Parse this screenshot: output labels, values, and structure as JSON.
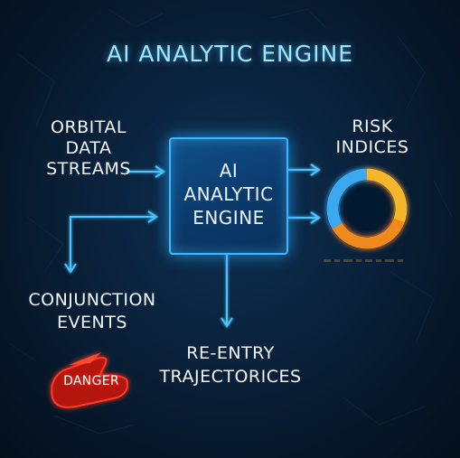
{
  "title": "AI ANALYTIC ENGINE",
  "engine": {
    "line1": "AI",
    "line2": "ANALYTIC",
    "line3": "ENGINE"
  },
  "inputs": {
    "orbital_line1": "ORBITAL",
    "orbital_line2": "DATA",
    "orbital_line3": "STREAMS"
  },
  "outputs": {
    "risk_line1": "RISK",
    "risk_line2": "INDICES",
    "conjunction_line1": "CONJUNCTION",
    "conjunction_line2": "EVENTS",
    "reentry_line1": "RE-ENTRY",
    "reentry_line2": "TRAJECTORICES"
  },
  "danger_label": "DANGER",
  "colors": {
    "arrow": "#4fc3ff",
    "box_border": "#3ab8ff",
    "ring_blue": "#3aa8f0",
    "ring_orange": "#f08a1e",
    "ring_yellow": "#f7b52c",
    "danger_red": "#e8261a"
  },
  "gauge": {
    "segments": [
      {
        "color": "#3aa8f0",
        "fraction": 0.3
      },
      {
        "color": "#f08a1e",
        "fraction": 0.4
      },
      {
        "color": "#f7b52c",
        "fraction": 0.3
      }
    ]
  }
}
